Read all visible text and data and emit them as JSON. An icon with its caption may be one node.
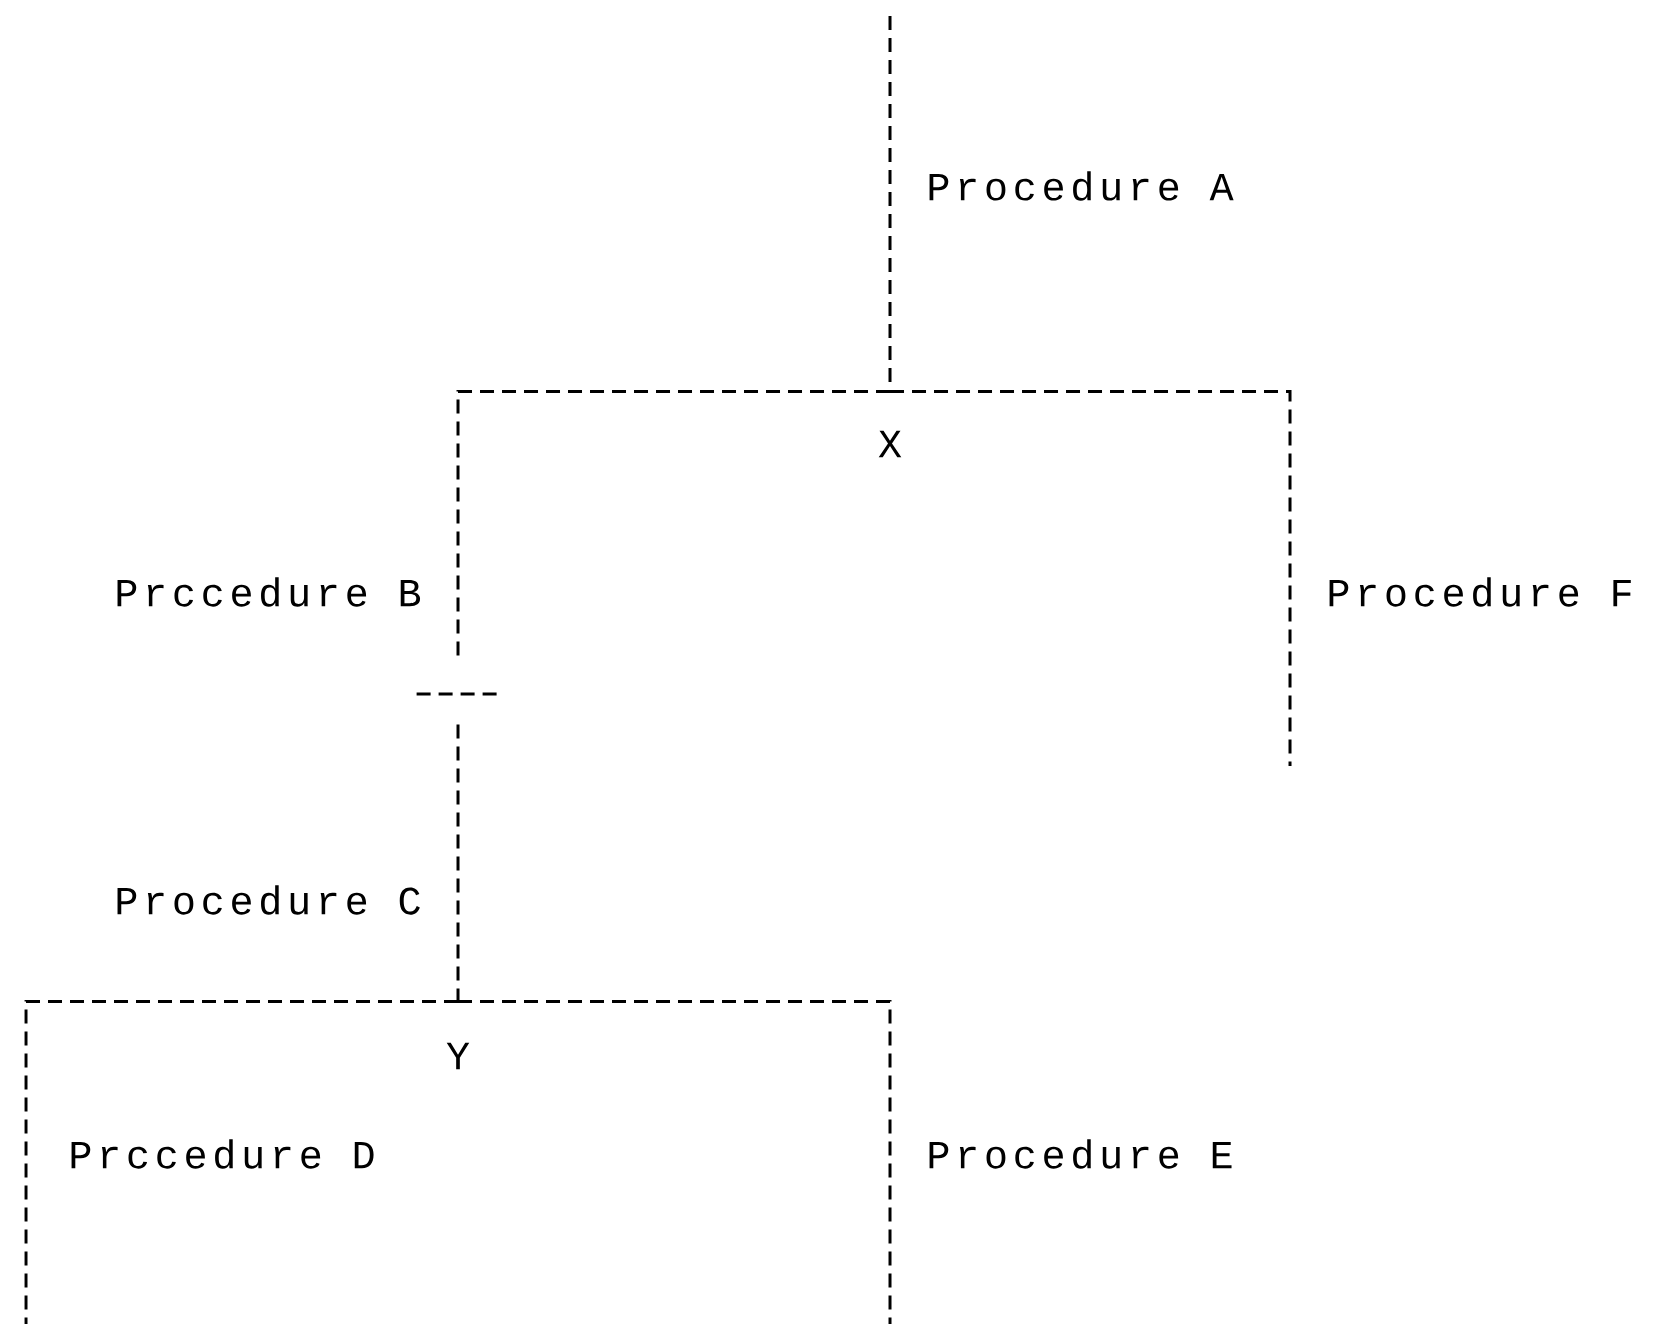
{
  "diagram": {
    "nodes": [
      {
        "text": [
          "X"
        ]
      },
      {
        "text": [],
        "shape": "bar"
      },
      {
        "text": [
          "Y"
        ]
      }
    ],
    "edges": [
      {
        "from": null,
        "to": 0,
        "arrow": "none",
        "label": "Procedure A"
      },
      {
        "from": 0,
        "to": 1,
        "arrow": "none",
        "label": "Prccedure B"
      },
      {
        "from": 0,
        "to": null,
        "arrow": "none",
        "label": "Procedure F"
      },
      {
        "from": 1,
        "to": 2,
        "arrow": "none",
        "label": "Procedure C"
      },
      {
        "from": 2,
        "to": null,
        "arrow": "none",
        "label": "Prccedure D"
      },
      {
        "from": 2,
        "to": null,
        "arrow": "none",
        "label": "Procedure E"
      }
    ]
  }
}
